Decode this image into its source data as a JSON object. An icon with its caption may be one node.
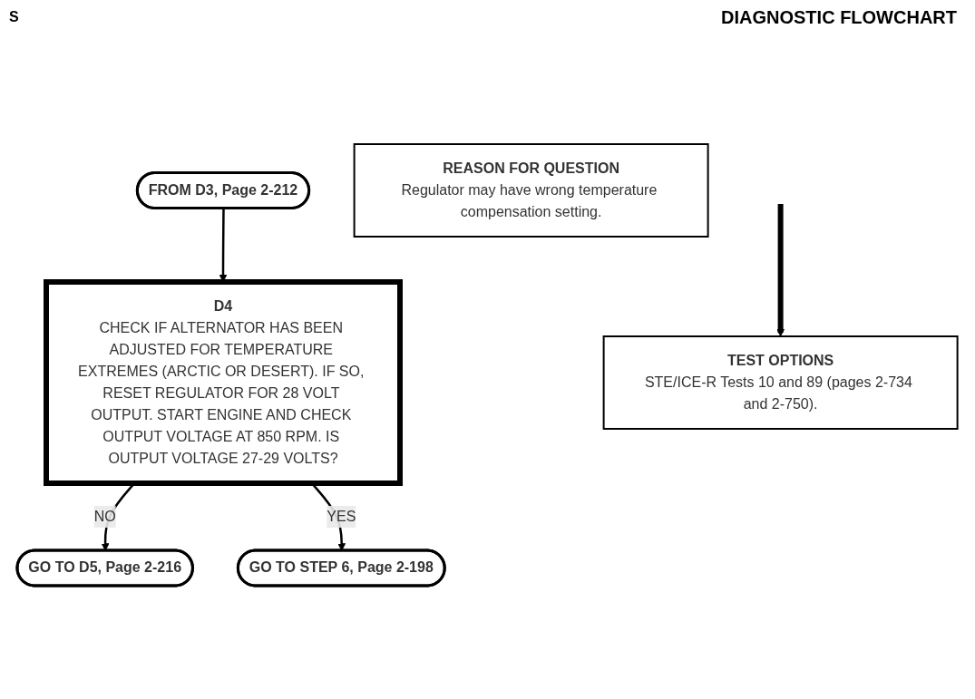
{
  "diagram": {
    "title": "DIAGNOSTIC FLOWCHART",
    "nodes": [
      {
        "text": [
          "FROM D3, Page 2-212"
        ]
      },
      {
        "text": [
          "D4",
          "CHECK IF ALTERNATOR HAS BEEN ADJUSTED FOR TEMPERATURE EXTREMES (ARCTIC OR DESERT). IF SO, RESET REGULATOR FOR 28 VOLT OUTPUT. START ENGINE AND CHECK OUTPUT VOLTAGE AT 850 RPM. IS OUTPUT VOLTAGE 27-29 VOLTS?"
        ]
      },
      {
        "text": [
          "TEST OPTIONS",
          "STE/ICE-R Tests 10 and 89 (pages 2-734 and 2-750)."
        ]
      },
      {
        "text": [
          "REASON FOR QUESTION",
          "Regulator may have wrong temperature compensation setting."
        ]
      },
      {
        "text": [
          "GO TO D5, Page 2-216"
        ]
      },
      {
        "text": [
          "GO TO STEP 6, Page 2-198"
        ]
      }
    ],
    "edges": [
      {
        "from": 0,
        "to": 1,
        "arrow": "to"
      },
      {
        "from": 1,
        "to": 4,
        "label": "NO",
        "arrow": "to"
      },
      {
        "from": 1,
        "to": 5,
        "label": "YES",
        "arrow": "to"
      },
      {
        "from": null,
        "to": 2,
        "arrow": "to",
        "style": "thick"
      }
    ],
    "labels": [
      "S"
    ]
  }
}
